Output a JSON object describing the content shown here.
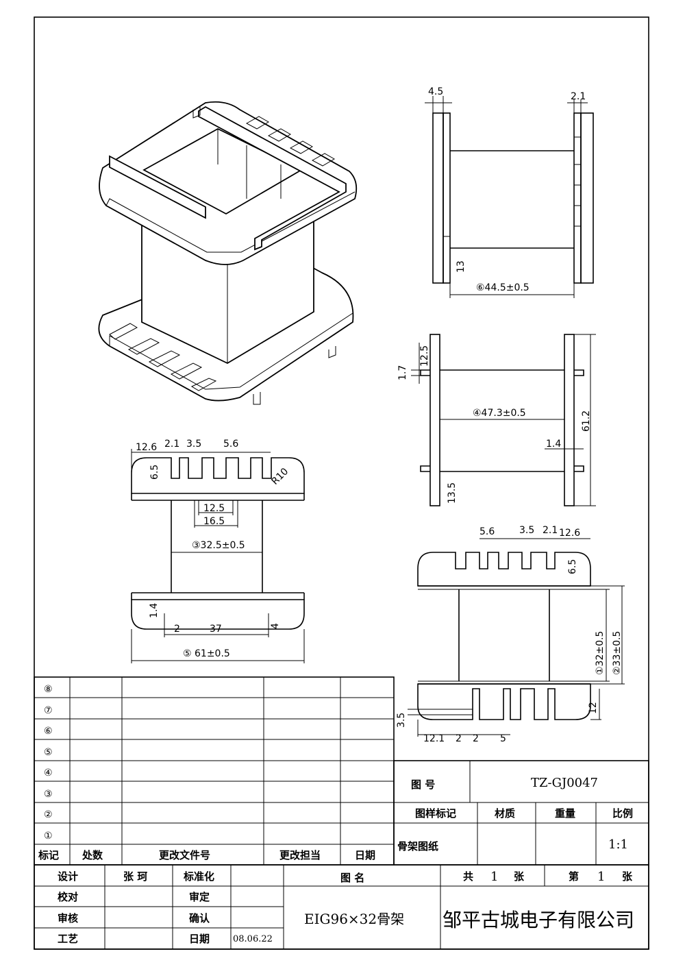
{
  "title_block": {
    "drawing_no_label": "图 号",
    "drawing_no": "TZ-GJ0047",
    "pattern_mark_label": "图样标记",
    "material_label": "材质",
    "weight_label": "重量",
    "scale_label": "比例",
    "pattern_mark_value": "骨架图纸",
    "scale_value": "1:1",
    "design_label": "设计",
    "designer": "张 珂",
    "standardize_label": "标准化",
    "drawing_name_label": "图 名",
    "total_label": "共",
    "total_value": "1",
    "sheet_unit": "张",
    "page_label": "第",
    "page_value": "1",
    "page_unit": "张",
    "check_label": "校对",
    "approve_label": "审定",
    "review_label": "审核",
    "confirm_label": "确认",
    "process_label": "工艺",
    "date_label": "日期",
    "date_value": "08.06.22",
    "part_name": "EIG96×32骨架",
    "company": "邹平古城电子有限公司"
  },
  "revision_table": {
    "rows": [
      "⑧",
      "⑦",
      "⑥",
      "⑤",
      "④",
      "③",
      "②",
      "①"
    ],
    "headers": [
      "标记",
      "处数",
      "更改文件号",
      "更改担当",
      "日期"
    ]
  },
  "dimensions": {
    "top_right": {
      "d1": "4.5",
      "d2": "2.1",
      "d3": "13",
      "d4": "⑥44.5±0.5"
    },
    "mid_right": {
      "d1": "12.5",
      "d2": "1.7",
      "d3": "④47.3±0.5",
      "d4": "61.2",
      "d5": "1.4",
      "d6": "13.5"
    },
    "front": {
      "d1": "12.6",
      "d2": "2.1",
      "d3": "3.5",
      "d4": "5.6",
      "d5": "6.5",
      "d6": "R10",
      "d7": "12.5",
      "d8": "16.5",
      "d9": "③32.5±0.5",
      "d10": "1.4",
      "d11": "2",
      "d12": "37",
      "d13": "4",
      "d14": "⑤ 61±0.5"
    },
    "side": {
      "d1": "5.6",
      "d2": "3.5",
      "d3": "2.1",
      "d4": "12.6",
      "d5": "6.5",
      "d6": "①32±0.5",
      "d7": "②33±0.5",
      "d8": "12",
      "d9": "3.5",
      "d10": "12.1",
      "d11": "2",
      "d12": "2",
      "d13": "5"
    }
  }
}
